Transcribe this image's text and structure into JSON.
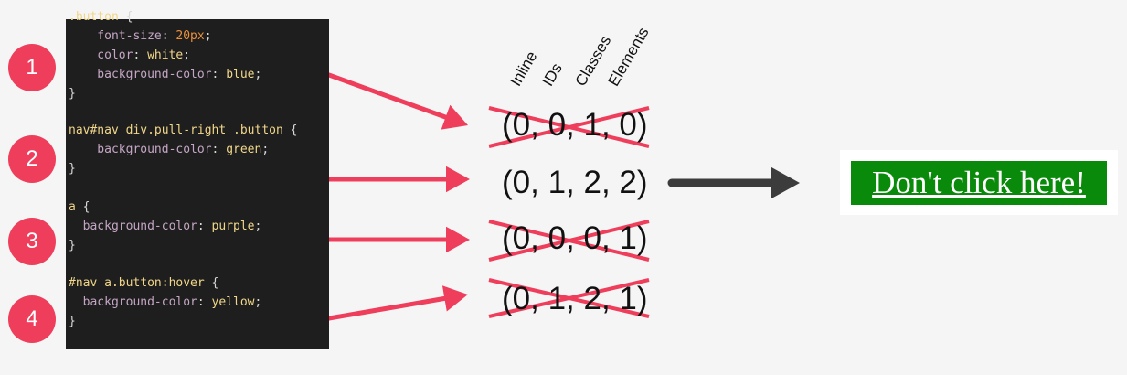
{
  "colors": {
    "badge": "#ef3e5b",
    "arrow": "#ef3e5b",
    "strike": "#ef3e5b",
    "code_bg": "#1e1e1e",
    "main_arrow": "#3c3c3c",
    "result_bg": "#0a8a0a"
  },
  "rules": [
    {
      "number": "1",
      "lines": [
        [
          {
            "t": ".button",
            "c": "sel"
          },
          {
            "t": " {",
            "c": "punc"
          }
        ],
        [
          {
            "t": "    font-size",
            "c": "prop"
          },
          {
            "t": ": ",
            "c": "punc"
          },
          {
            "t": "20px",
            "c": "num"
          },
          {
            "t": ";",
            "c": "punc"
          }
        ],
        [
          {
            "t": "    color",
            "c": "prop"
          },
          {
            "t": ": ",
            "c": "punc"
          },
          {
            "t": "white",
            "c": "val"
          },
          {
            "t": ";",
            "c": "punc"
          }
        ],
        [
          {
            "t": "    background-color",
            "c": "prop"
          },
          {
            "t": ": ",
            "c": "punc"
          },
          {
            "t": "blue",
            "c": "val"
          },
          {
            "t": ";",
            "c": "punc"
          }
        ],
        [
          {
            "t": "}",
            "c": "punc"
          }
        ]
      ],
      "specificity": "(0, 0, 1, 0)",
      "crossed": true
    },
    {
      "number": "2",
      "lines": [
        [
          {
            "t": "nav#nav div.pull-right .button",
            "c": "sel"
          },
          {
            "t": " {",
            "c": "punc"
          }
        ],
        [
          {
            "t": "    background-color",
            "c": "prop"
          },
          {
            "t": ": ",
            "c": "punc"
          },
          {
            "t": "green",
            "c": "val"
          },
          {
            "t": ";",
            "c": "punc"
          }
        ],
        [
          {
            "t": "}",
            "c": "punc"
          }
        ]
      ],
      "specificity": "(0, 1, 2, 2)",
      "crossed": false
    },
    {
      "number": "3",
      "lines": [
        [
          {
            "t": "a",
            "c": "sel"
          },
          {
            "t": " {",
            "c": "punc"
          }
        ],
        [
          {
            "t": "  background-color",
            "c": "prop"
          },
          {
            "t": ": ",
            "c": "punc"
          },
          {
            "t": "purple",
            "c": "val"
          },
          {
            "t": ";",
            "c": "punc"
          }
        ],
        [
          {
            "t": "}",
            "c": "punc"
          }
        ]
      ],
      "specificity": "(0, 0, 0, 1)",
      "crossed": true
    },
    {
      "number": "4",
      "lines": [
        [
          {
            "t": "#nav a.button:hover",
            "c": "sel"
          },
          {
            "t": " {",
            "c": "punc"
          }
        ],
        [
          {
            "t": "  background-color",
            "c": "prop"
          },
          {
            "t": ": ",
            "c": "punc"
          },
          {
            "t": "yellow",
            "c": "val"
          },
          {
            "t": ";",
            "c": "punc"
          }
        ],
        [
          {
            "t": "}",
            "c": "punc"
          }
        ]
      ],
      "specificity": "(0, 1, 2, 1)",
      "crossed": true
    }
  ],
  "columns": [
    "Inline",
    "IDs",
    "Classes",
    "Elements"
  ],
  "result": {
    "label": "Don't click here!"
  }
}
